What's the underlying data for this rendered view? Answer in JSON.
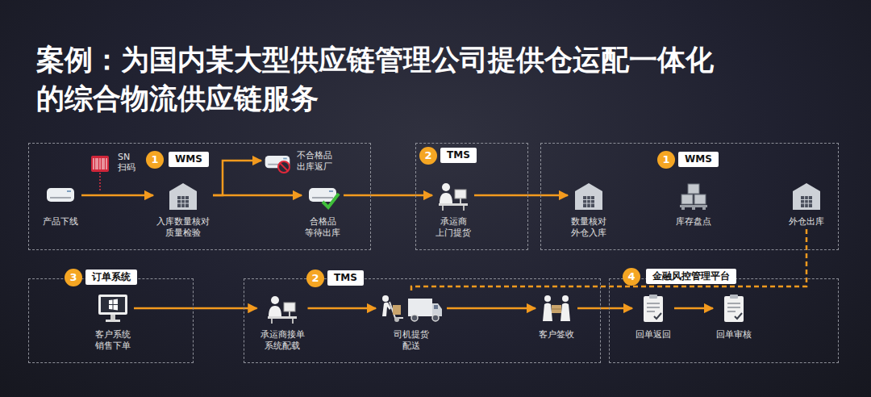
{
  "diagram": {
    "title": "案例：为国内某大型供应链管理公司提供仓运配一体化的综合物流供应链服务",
    "nodes": [
      {
        "text": [
          "WMS"
        ]
      },
      {
        "text": [
          "产品下线"
        ],
        "in": 0
      },
      {
        "text": [
          "入库数量核对 质量检验"
        ],
        "in": 0
      },
      {
        "text": [
          "不合格品 出库返厂"
        ],
        "in": 0
      },
      {
        "text": [
          "合格品 等待出库"
        ],
        "in": 0
      },
      {
        "text": [
          "TMS"
        ]
      },
      {
        "text": [
          "承运商 上门提货"
        ],
        "in": 5
      },
      {
        "text": [
          "WMS"
        ]
      },
      {
        "text": [
          "数量核对 外仓入库"
        ],
        "in": 7
      },
      {
        "text": [
          "库存盘点"
        ],
        "in": 7
      },
      {
        "text": [
          "外仓出库"
        ],
        "in": 7
      },
      {
        "text": [
          "订单系统"
        ]
      },
      {
        "text": [
          "客户系统 销售下单"
        ],
        "in": 11
      },
      {
        "text": [
          "TMS"
        ]
      },
      {
        "text": [
          "承运商接单 系统配载"
        ],
        "in": 13
      },
      {
        "text": [
          "司机提货 配送"
        ],
        "in": 13
      },
      {
        "text": [
          "客户签收"
        ],
        "in": 13
      },
      {
        "text": [
          "金融风控管理平台"
        ]
      },
      {
        "text": [
          "回单返回"
        ],
        "in": 17
      },
      {
        "text": [
          "回单审核"
        ],
        "in": 17
      }
    ],
    "edges": [
      {
        "from": 1,
        "to": 2,
        "arrow": "to"
      },
      {
        "from": 2,
        "to": 3,
        "arrow": "to"
      },
      {
        "from": 2,
        "to": 4,
        "arrow": "to"
      },
      {
        "from": 4,
        "to": 6,
        "arrow": "to"
      },
      {
        "from": 6,
        "to": 8,
        "arrow": "to"
      },
      {
        "from": 10,
        "to": 15,
        "arrow": "none"
      },
      {
        "from": 12,
        "to": 14,
        "arrow": "to"
      },
      {
        "from": 14,
        "to": 15,
        "arrow": "to"
      },
      {
        "from": 15,
        "to": 16,
        "arrow": "to"
      },
      {
        "from": 16,
        "to": 18,
        "arrow": "to"
      },
      {
        "from": 18,
        "to": 19,
        "arrow": "to"
      }
    ],
    "labels": [
      "SN 扫码",
      "1",
      "2",
      "1",
      "3",
      "2",
      "4"
    ]
  }
}
